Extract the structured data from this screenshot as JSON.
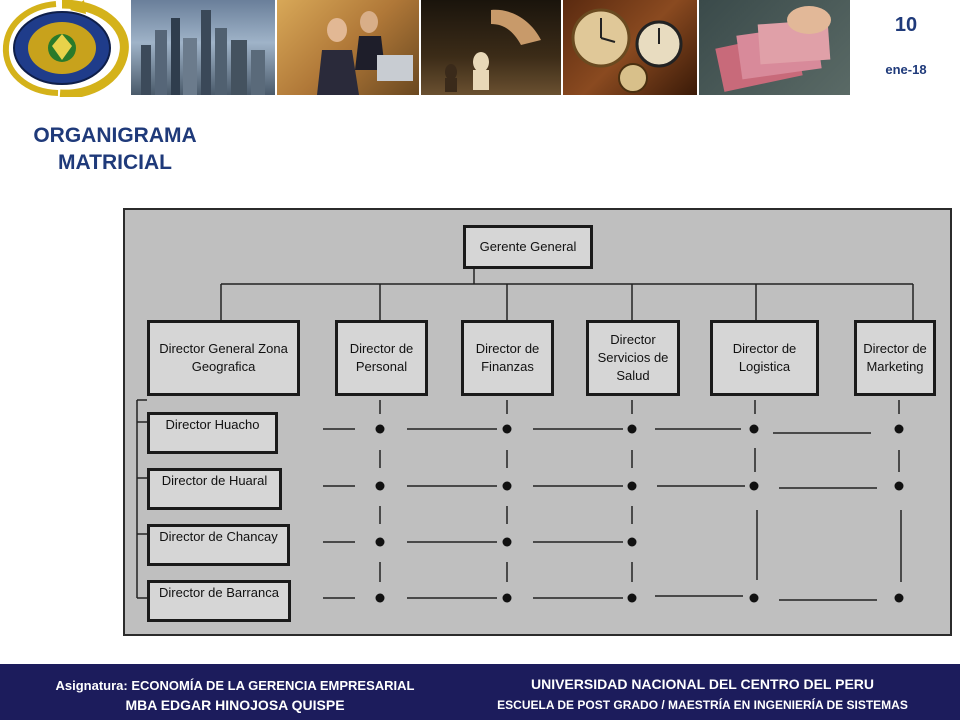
{
  "header": {
    "slide_number": "10",
    "slide_date": "ene-18",
    "photos": [
      "city-skyline-photo",
      "business-people-photo",
      "chess-photo",
      "clocks-photo",
      "money-photo"
    ]
  },
  "title": {
    "line1": "ORGANIGRAMA",
    "line2": "MATRICIAL"
  },
  "org_chart": {
    "top": "Gerente General",
    "directors": [
      {
        "line1": "Director General Zona",
        "line2": "Geografica",
        "line3": ""
      },
      {
        "line1": "Director de",
        "line2": "Personal",
        "line3": ""
      },
      {
        "line1": "Director de",
        "line2": "Finanzas",
        "line3": ""
      },
      {
        "line1": "Director",
        "line2": "Servicios de",
        "line3": "Salud"
      },
      {
        "line1": "Director de",
        "line2": "Logistica",
        "line3": ""
      },
      {
        "line1": "Director de",
        "line2": "Marketing",
        "line3": ""
      }
    ],
    "zones": [
      "Director Huacho",
      "Director de Huaral",
      "Director de Chancay",
      "Director de Barranca"
    ]
  },
  "footer": {
    "course_label": "Asignatura: ",
    "course_name": "ECONOMÍA DE LA GERENCIA EMPRESARIAL",
    "teacher": "MBA EDGAR HINOJOSA QUISPE",
    "university": "UNIVERSIDAD NACIONAL DEL CENTRO DEL PERU",
    "school": "ESCUELA DE POST GRADO / MAESTRÍA EN INGENIERÍA DE SISTEMAS"
  },
  "colors": {
    "title": "#1f3a7a",
    "footer_bg": "#1c1c5c",
    "chart_bg": "#bfbfbf"
  }
}
